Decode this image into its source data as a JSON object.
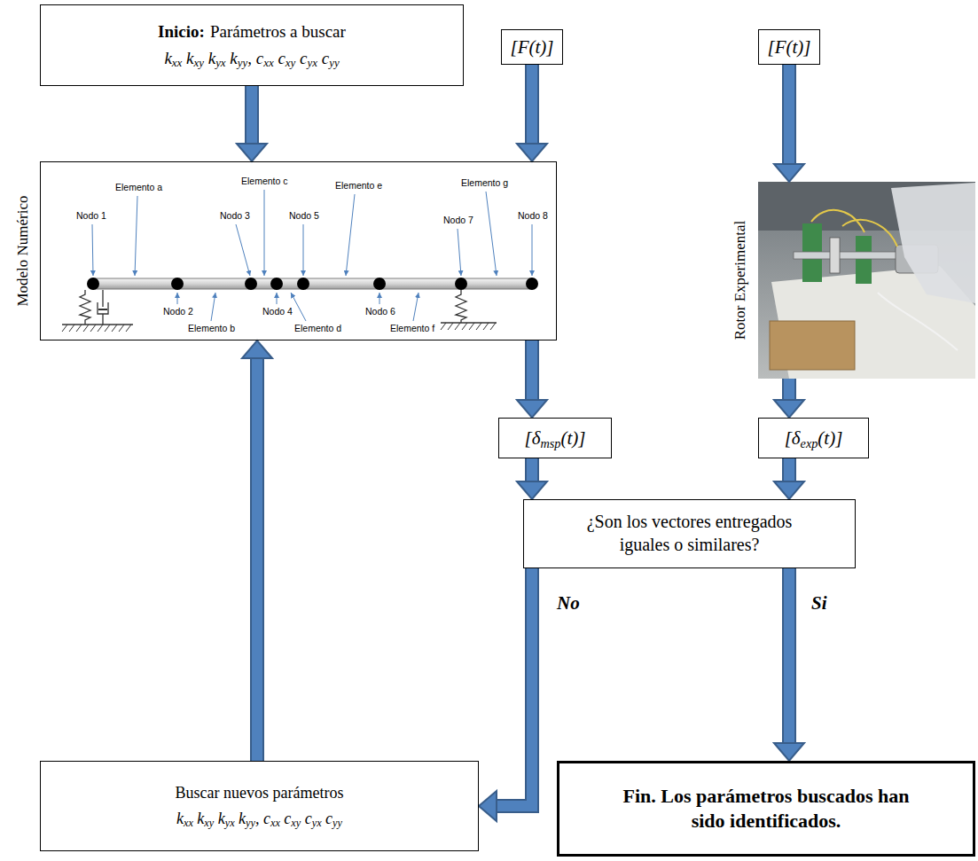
{
  "diagram": {
    "nodes": [
      {
        "text": [
          "Inicio:",
          "Parámetros a buscar",
          "kxx kxy kyx kyy, cxx cxy cyx cyy"
        ]
      },
      {
        "text": [
          "[F(t)]"
        ]
      },
      {
        "text": [
          "[F(t)]"
        ]
      },
      {
        "text": [
          "Modelo Numérico"
        ]
      },
      {
        "text": [
          "Rotor Experimental"
        ]
      },
      {
        "text": [
          "[δmsp(t)]"
        ]
      },
      {
        "text": [
          "[δexp(t)]"
        ]
      },
      {
        "text": [
          "¿Son los vectores entregados iguales o similares?"
        ]
      },
      {
        "text": [
          "Buscar nuevos parámetros",
          "kxx kxy kyx kyy, cxx cxy cyx cyy"
        ]
      },
      {
        "text": [
          "Fin. Los parámetros buscados han sido identificados."
        ]
      }
    ],
    "edges": [
      {
        "from": 0,
        "to": 3,
        "arrow": "to"
      },
      {
        "from": 1,
        "to": 3,
        "arrow": "to"
      },
      {
        "from": 2,
        "to": 4,
        "arrow": "to"
      },
      {
        "from": 3,
        "to": 5,
        "arrow": "to"
      },
      {
        "from": 4,
        "to": 6,
        "arrow": "to"
      },
      {
        "from": 5,
        "to": 7,
        "arrow": "to"
      },
      {
        "from": 6,
        "to": 7,
        "arrow": "to"
      },
      {
        "from": 7,
        "to": 8,
        "label": "No",
        "arrow": "to"
      },
      {
        "from": 7,
        "to": 9,
        "label": "Si",
        "arrow": "to"
      },
      {
        "from": 8,
        "to": 3,
        "arrow": "to"
      }
    ],
    "labels": [
      "Nodo 1",
      "Elemento a",
      "Elemento c",
      "Elemento e",
      "Elemento g",
      "Nodo 3",
      "Nodo 5",
      "Nodo 7",
      "Nodo 8",
      "Nodo 2",
      "Nodo 4",
      "Nodo 6",
      "Elemento b",
      "Elemento d",
      "Elemento f"
    ]
  }
}
